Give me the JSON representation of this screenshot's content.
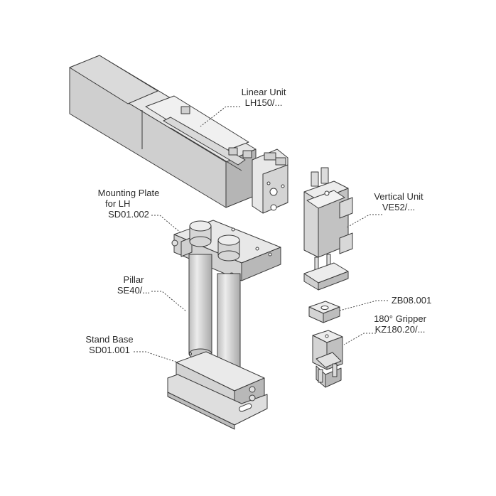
{
  "labels": {
    "linear_unit": {
      "title": "Linear Unit",
      "code": "LH150/..."
    },
    "vertical_unit": {
      "title": "Vertical Unit",
      "code": "VE52/..."
    },
    "mounting_plate": {
      "title_line1": "Mounting Plate",
      "title_line2": "for LH",
      "code": "SD01.002"
    },
    "pillar": {
      "title": "Pillar",
      "code": "SE40/..."
    },
    "stand_base": {
      "title": "Stand Base",
      "code": "SD01.001"
    },
    "adapter": {
      "code": "ZB08.001"
    },
    "gripper": {
      "title": "180° Gripper",
      "code": "KZ180.20/..."
    }
  },
  "colors": {
    "metal_light": "#e2e2e2",
    "metal_mid": "#c9c9c9",
    "metal_dark": "#a8a8a8",
    "outline": "#3a3a3a",
    "leader": "#444444"
  }
}
